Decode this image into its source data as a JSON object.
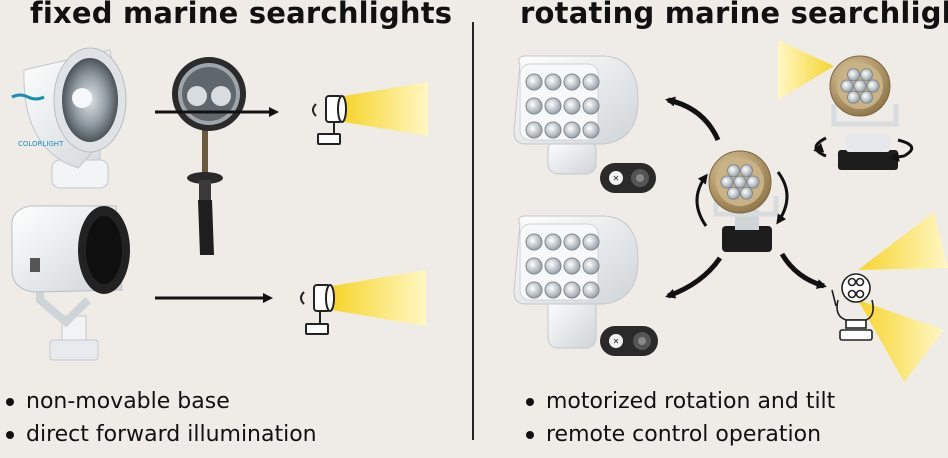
{
  "left": {
    "title": "fixed marine searchlights",
    "bullets": [
      "non-movable base",
      "direct forward illumination"
    ]
  },
  "right": {
    "title": "rotating marine searchlights",
    "bullets": [
      "motorized rotation and tilt",
      "remote control operation"
    ]
  },
  "logo_text": "COLORLIGHT",
  "colors": {
    "background": "#efebe7",
    "beam": "#f5d63a",
    "text": "#111111",
    "bronze": "#b99a63"
  }
}
